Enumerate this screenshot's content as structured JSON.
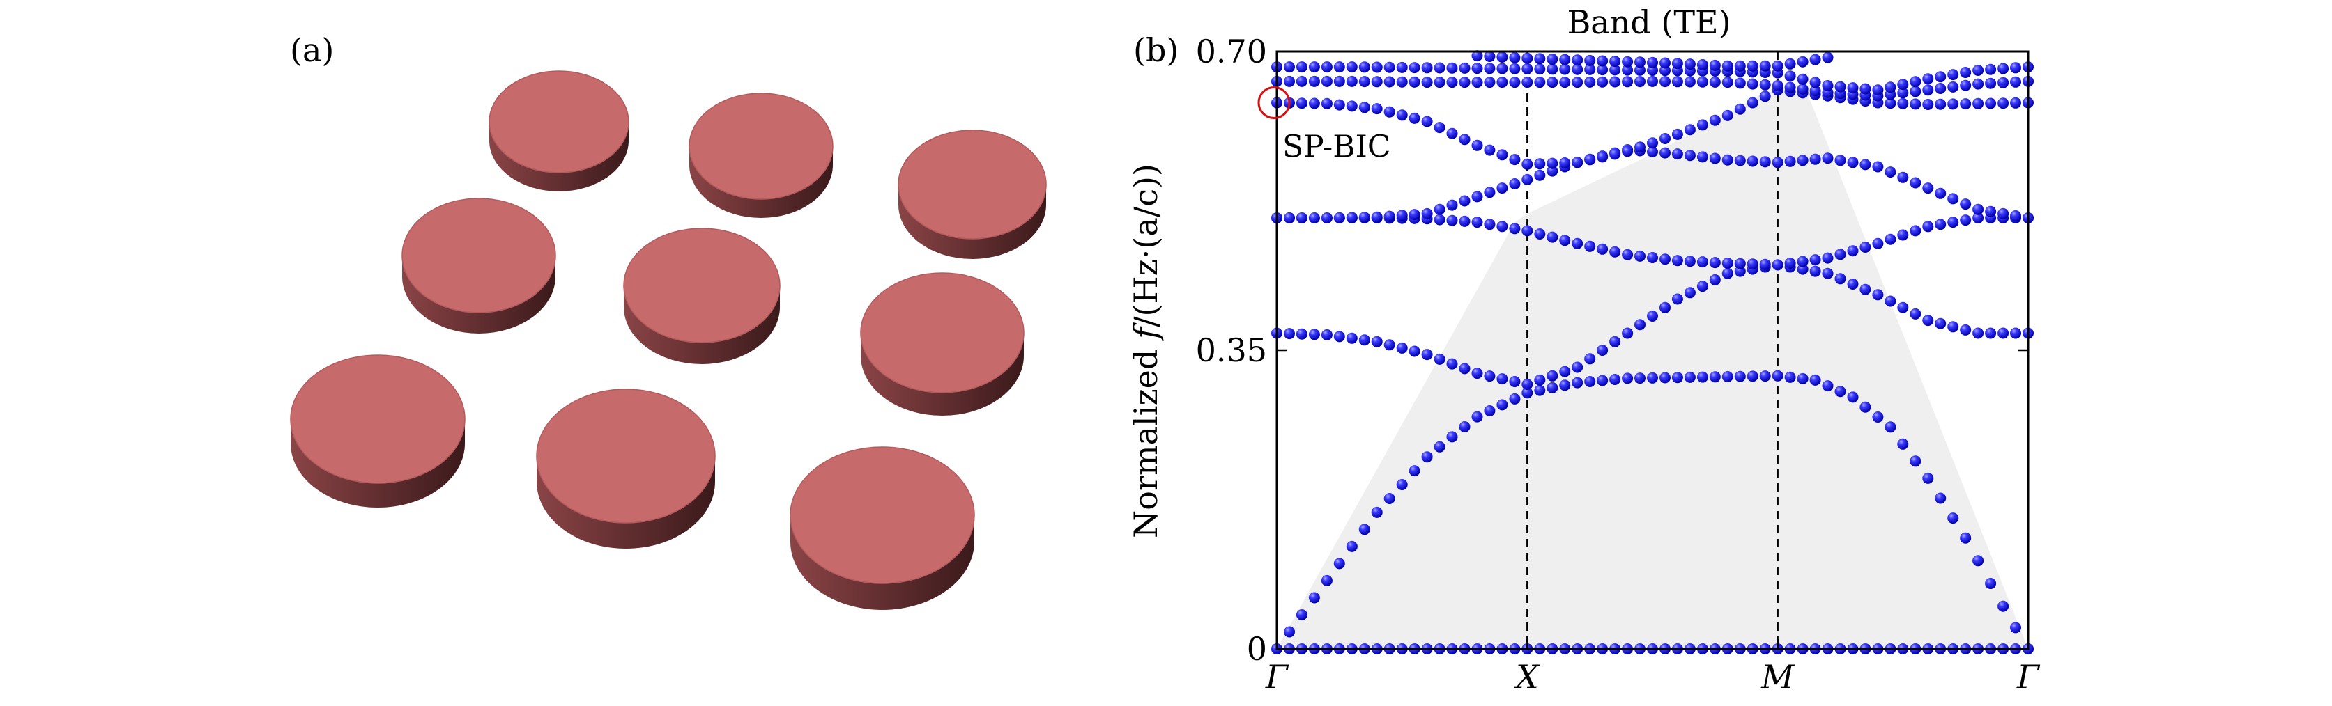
{
  "panel_a": {
    "label": "(a)"
  },
  "chart_data": {
    "type": "scatter",
    "panel_label": "(b)",
    "title": "Band (TE)",
    "xlabel": "",
    "ylabel_prefix": "Normalized ",
    "ylabel_var": "f",
    "ylabel_unit": "/(Hz·(a/c))",
    "ylim": [
      0,
      0.7
    ],
    "yticks": [
      0,
      0.35,
      0.7
    ],
    "ytick_labels": [
      "0",
      "0.35",
      "0.70"
    ],
    "x_ticks": [
      0,
      1,
      2,
      3
    ],
    "x_tick_labels": [
      "Γ",
      "X",
      "M",
      "Γ"
    ],
    "vlines": [
      1,
      2
    ],
    "grid": false,
    "light_cone": [
      [
        0,
        0
      ],
      [
        0.95,
        0.5
      ],
      [
        1.0,
        0.51
      ],
      [
        1.5,
        0.58
      ],
      [
        2.0,
        0.66
      ],
      [
        2.12,
        0.65
      ],
      [
        3.0,
        0
      ]
    ],
    "annotation": {
      "text": "SP-BIC",
      "x": 0,
      "y": 0.64
    },
    "series": [
      {
        "x": [
          0,
          0.5,
          1.0,
          1.5,
          2.0,
          2.5,
          3.0
        ],
        "y": [
          0,
          0,
          0,
          0,
          0,
          0,
          0
        ]
      },
      {
        "x": [
          0,
          0.2,
          0.4,
          0.6,
          0.8,
          1.0,
          1.2,
          1.4,
          1.6,
          1.8,
          2.0,
          2.15,
          2.3,
          2.45,
          2.6,
          2.75,
          2.9,
          3.0
        ],
        "y": [
          0,
          0.08,
          0.16,
          0.225,
          0.272,
          0.3,
          0.312,
          0.317,
          0.318,
          0.319,
          0.32,
          0.315,
          0.295,
          0.26,
          0.2,
          0.13,
          0.05,
          0
        ]
      },
      {
        "x": [
          0,
          0.2,
          0.4,
          0.6,
          0.8,
          1.0,
          1.2,
          1.4,
          1.6,
          1.8,
          2.0,
          2.2,
          2.4,
          2.6,
          2.8,
          3.0
        ],
        "y": [
          0.37,
          0.368,
          0.36,
          0.345,
          0.323,
          0.31,
          0.33,
          0.37,
          0.41,
          0.44,
          0.45,
          0.44,
          0.415,
          0.385,
          0.37,
          0.37
        ]
      },
      {
        "x": [
          0,
          0.2,
          0.4,
          0.6,
          0.8,
          1.0,
          1.2,
          1.4,
          1.6,
          1.8,
          2.0,
          2.2,
          2.4,
          2.6,
          2.8,
          3.0
        ],
        "y": [
          0.505,
          0.505,
          0.505,
          0.504,
          0.5,
          0.49,
          0.475,
          0.462,
          0.455,
          0.452,
          0.45,
          0.458,
          0.475,
          0.495,
          0.505,
          0.505
        ]
      },
      {
        "x": [
          0,
          0.2,
          0.4,
          0.6,
          0.8,
          1.0,
          1.2,
          1.4,
          1.6,
          1.8,
          2.0,
          2.2,
          2.4,
          2.6,
          2.8,
          3.0
        ],
        "y": [
          0.505,
          0.505,
          0.506,
          0.51,
          0.53,
          0.55,
          0.57,
          0.585,
          0.58,
          0.573,
          0.57,
          0.575,
          0.565,
          0.54,
          0.515,
          0.505
        ]
      },
      {
        "x": [
          0,
          0.2,
          0.4,
          0.6,
          0.8,
          1.0,
          1.2,
          1.4,
          1.6,
          1.8,
          2.0,
          2.2,
          2.4,
          2.6,
          2.8,
          3.0
        ],
        "y": [
          0.64,
          0.639,
          0.633,
          0.618,
          0.59,
          0.568,
          0.57,
          0.583,
          0.603,
          0.625,
          0.655,
          0.648,
          0.64,
          0.638,
          0.639,
          0.64
        ]
      },
      {
        "x": [
          0,
          0.3,
          0.6,
          0.9,
          1.2,
          1.5,
          1.8,
          2.0,
          2.2,
          2.4,
          2.6,
          2.8,
          3.0
        ],
        "y": [
          0.665,
          0.665,
          0.664,
          0.664,
          0.664,
          0.665,
          0.664,
          0.66,
          0.652,
          0.648,
          0.655,
          0.662,
          0.665
        ]
      },
      {
        "x": [
          0,
          0.3,
          0.6,
          0.9,
          1.2,
          1.5,
          1.8,
          2.0,
          2.2,
          2.4,
          2.6,
          2.8,
          3.0
        ],
        "y": [
          0.682,
          0.682,
          0.681,
          0.68,
          0.679,
          0.678,
          0.677,
          0.675,
          0.66,
          0.655,
          0.668,
          0.678,
          0.682
        ]
      },
      {
        "x": [
          0.8,
          1.0,
          1.2,
          1.4,
          1.6,
          1.8,
          2.0,
          2.2
        ],
        "y": [
          0.695,
          0.692,
          0.69,
          0.688,
          0.686,
          0.683,
          0.683,
          0.693
        ]
      }
    ]
  }
}
